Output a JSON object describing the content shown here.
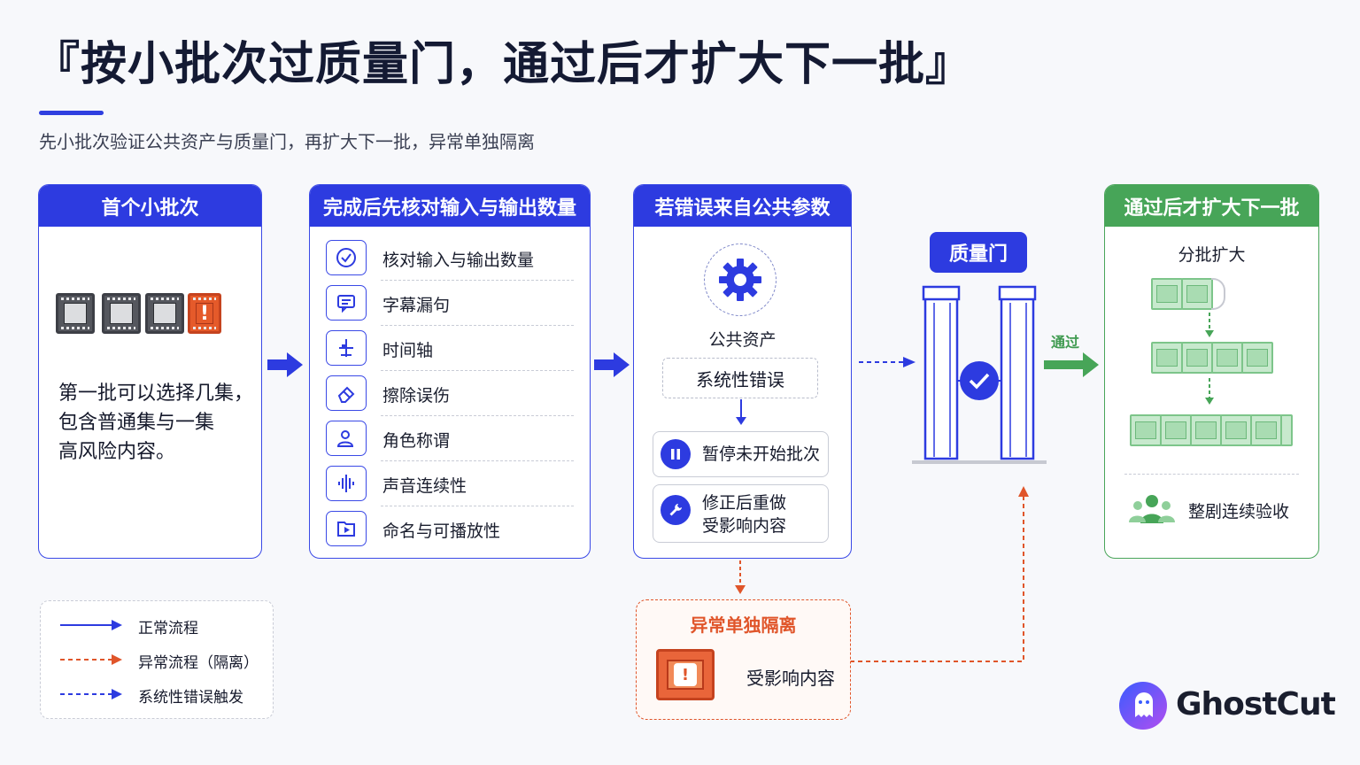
{
  "header": {
    "title": "『按小批次过质量门，通过后才扩大下一批』",
    "subtitle": "先小批次验证公共资产与质量门，再扩大下一批，异常单独隔离"
  },
  "step1": {
    "title": "首个小批次",
    "alert_mark": "!",
    "text_lines": [
      "第一批可以选择几集，",
      "包含普通集与一集",
      "高风险内容。"
    ]
  },
  "step2": {
    "title": "完成后先核对输入与输出数量",
    "items": [
      {
        "label": "核对输入与输出数量",
        "icon": "check-circle-icon"
      },
      {
        "label": "字幕漏句",
        "icon": "subtitle-icon"
      },
      {
        "label": "时间轴",
        "icon": "timeline-icon"
      },
      {
        "label": "擦除误伤",
        "icon": "eraser-icon"
      },
      {
        "label": "角色称谓",
        "icon": "person-icon"
      },
      {
        "label": "声音连续性",
        "icon": "waveform-icon"
      },
      {
        "label": "命名与可播放性",
        "icon": "folder-play-icon"
      }
    ]
  },
  "step3": {
    "title": "若错误来自公共参数",
    "asset_label": "公共资产",
    "error_label": "系统性错误",
    "action1": "暂停未开始批次",
    "action2_line1": "修正后重做",
    "action2_line2": "受影响内容"
  },
  "gate": {
    "label": "质量门",
    "pass_label": "通过"
  },
  "step4": {
    "title": "通过后才扩大下一批",
    "subtitle": "分批扩大",
    "final_label": "整剧连续验收"
  },
  "exception": {
    "title": "异常单独隔离",
    "alert_mark": "!",
    "text": "受影响内容"
  },
  "legend": {
    "items": [
      {
        "label": "正常流程",
        "style": "solid-blue"
      },
      {
        "label": "异常流程（隔离）",
        "style": "dashed-orange"
      },
      {
        "label": "系统性错误触发",
        "style": "dashed-blue"
      }
    ]
  },
  "brand": {
    "name": "GhostCut"
  },
  "colors": {
    "primary_blue": "#2d3be0",
    "success_green": "#47a558",
    "alert_orange": "#e0552a"
  }
}
